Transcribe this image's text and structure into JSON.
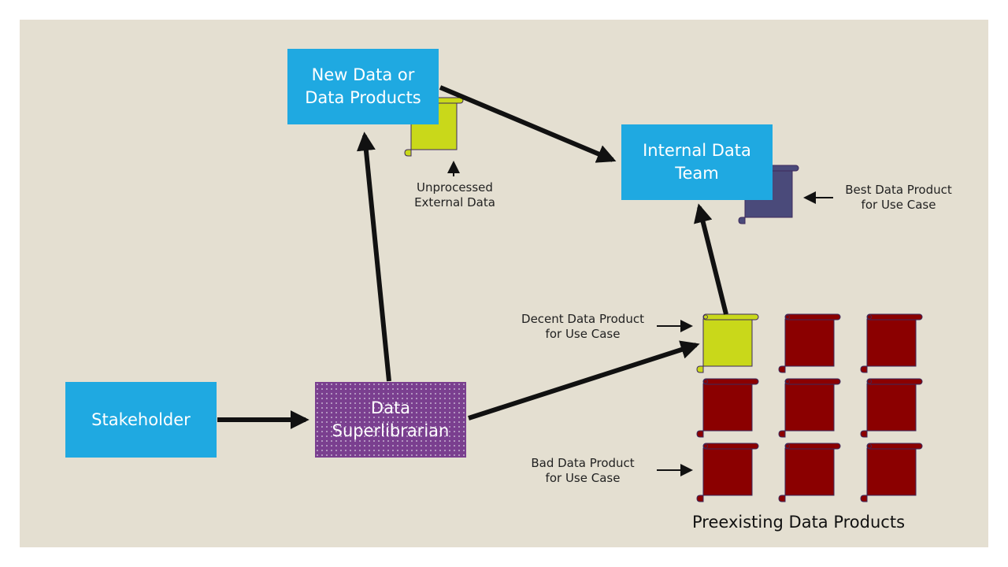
{
  "nodes": {
    "new_data": "New Data or\nData Products",
    "internal_team": "Internal Data\nTeam",
    "stakeholder": "Stakeholder",
    "superlibrarian": "Data\nSuperlibrarian"
  },
  "annotations": {
    "unprocessed": "Unprocessed\nExternal Data",
    "best": "Best Data Product\nfor Use Case",
    "decent": "Decent Data Product\nfor Use Case",
    "bad": "Bad Data Product\nfor Use Case"
  },
  "caption": "Preexisting Data Products",
  "colors": {
    "background": "#e4dfd1",
    "blue_box": "#1fa9e1",
    "purple_box": "#7a3f8f",
    "scroll_yellow": "#c9d81a",
    "scroll_red": "#8b0000",
    "scroll_navy": "#4a4a7a",
    "arrow": "#111111"
  },
  "icons": [
    "scroll-icon",
    "arrow"
  ]
}
